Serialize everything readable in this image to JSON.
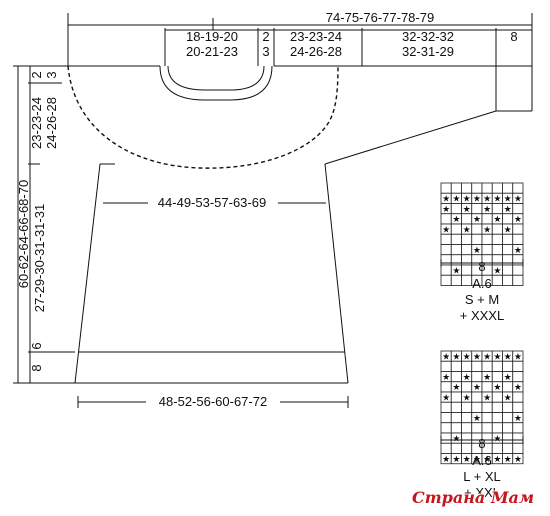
{
  "top_measures": {
    "overall": "74-75-76-77-78-79",
    "neck_half_a": "18-19-20",
    "neck_half_b": "20-21-23",
    "band_a": "2",
    "band_b": "3",
    "yoke_a": "23-23-24",
    "yoke_b": "24-26-28",
    "sleeve_a": "32-32-32",
    "sleeve_b": "32-31-29",
    "cuff": "8"
  },
  "left_measures": {
    "top_band_a": "2",
    "top_band_b": "3",
    "yoke_a": "23-23-24",
    "yoke_b": "24-26-28",
    "length_a": "60-62-64-66-68-70",
    "length_b": "27-29-30-31-31-31",
    "rib_a": "6",
    "rib_b": "8"
  },
  "body": {
    "chest_width": "44-49-53-57-63-69",
    "hem_width": "48-52-56-60-67-72"
  },
  "charts": [
    {
      "repeat": "8",
      "name": "A.6",
      "sizes_line1": "S + M",
      "sizes_line2": "+ XXXL",
      "grid": [
        "00000000",
        "SSSSSSSS",
        "S0S0S0S0",
        "0S0S0S0S",
        "S0S0S0S0",
        "00000000",
        "000S000S",
        "00000000",
        "0S000S00",
        "00000000"
      ]
    },
    {
      "repeat": "8",
      "name": "A.6",
      "sizes_line1": "L + XL",
      "sizes_line2": "+ XXL",
      "grid": [
        "SSSSSSSS",
        "00000000",
        "S0S0S0S0",
        "0S0S0S0S",
        "S0S0S0S0",
        "00000000",
        "000S000S",
        "00000000",
        "0S000S00",
        "00000000",
        "SSSSSSSS"
      ]
    }
  ],
  "watermark": "Страна Мам",
  "colors": {
    "ink": "#111111",
    "watermark": "#c4161c"
  }
}
